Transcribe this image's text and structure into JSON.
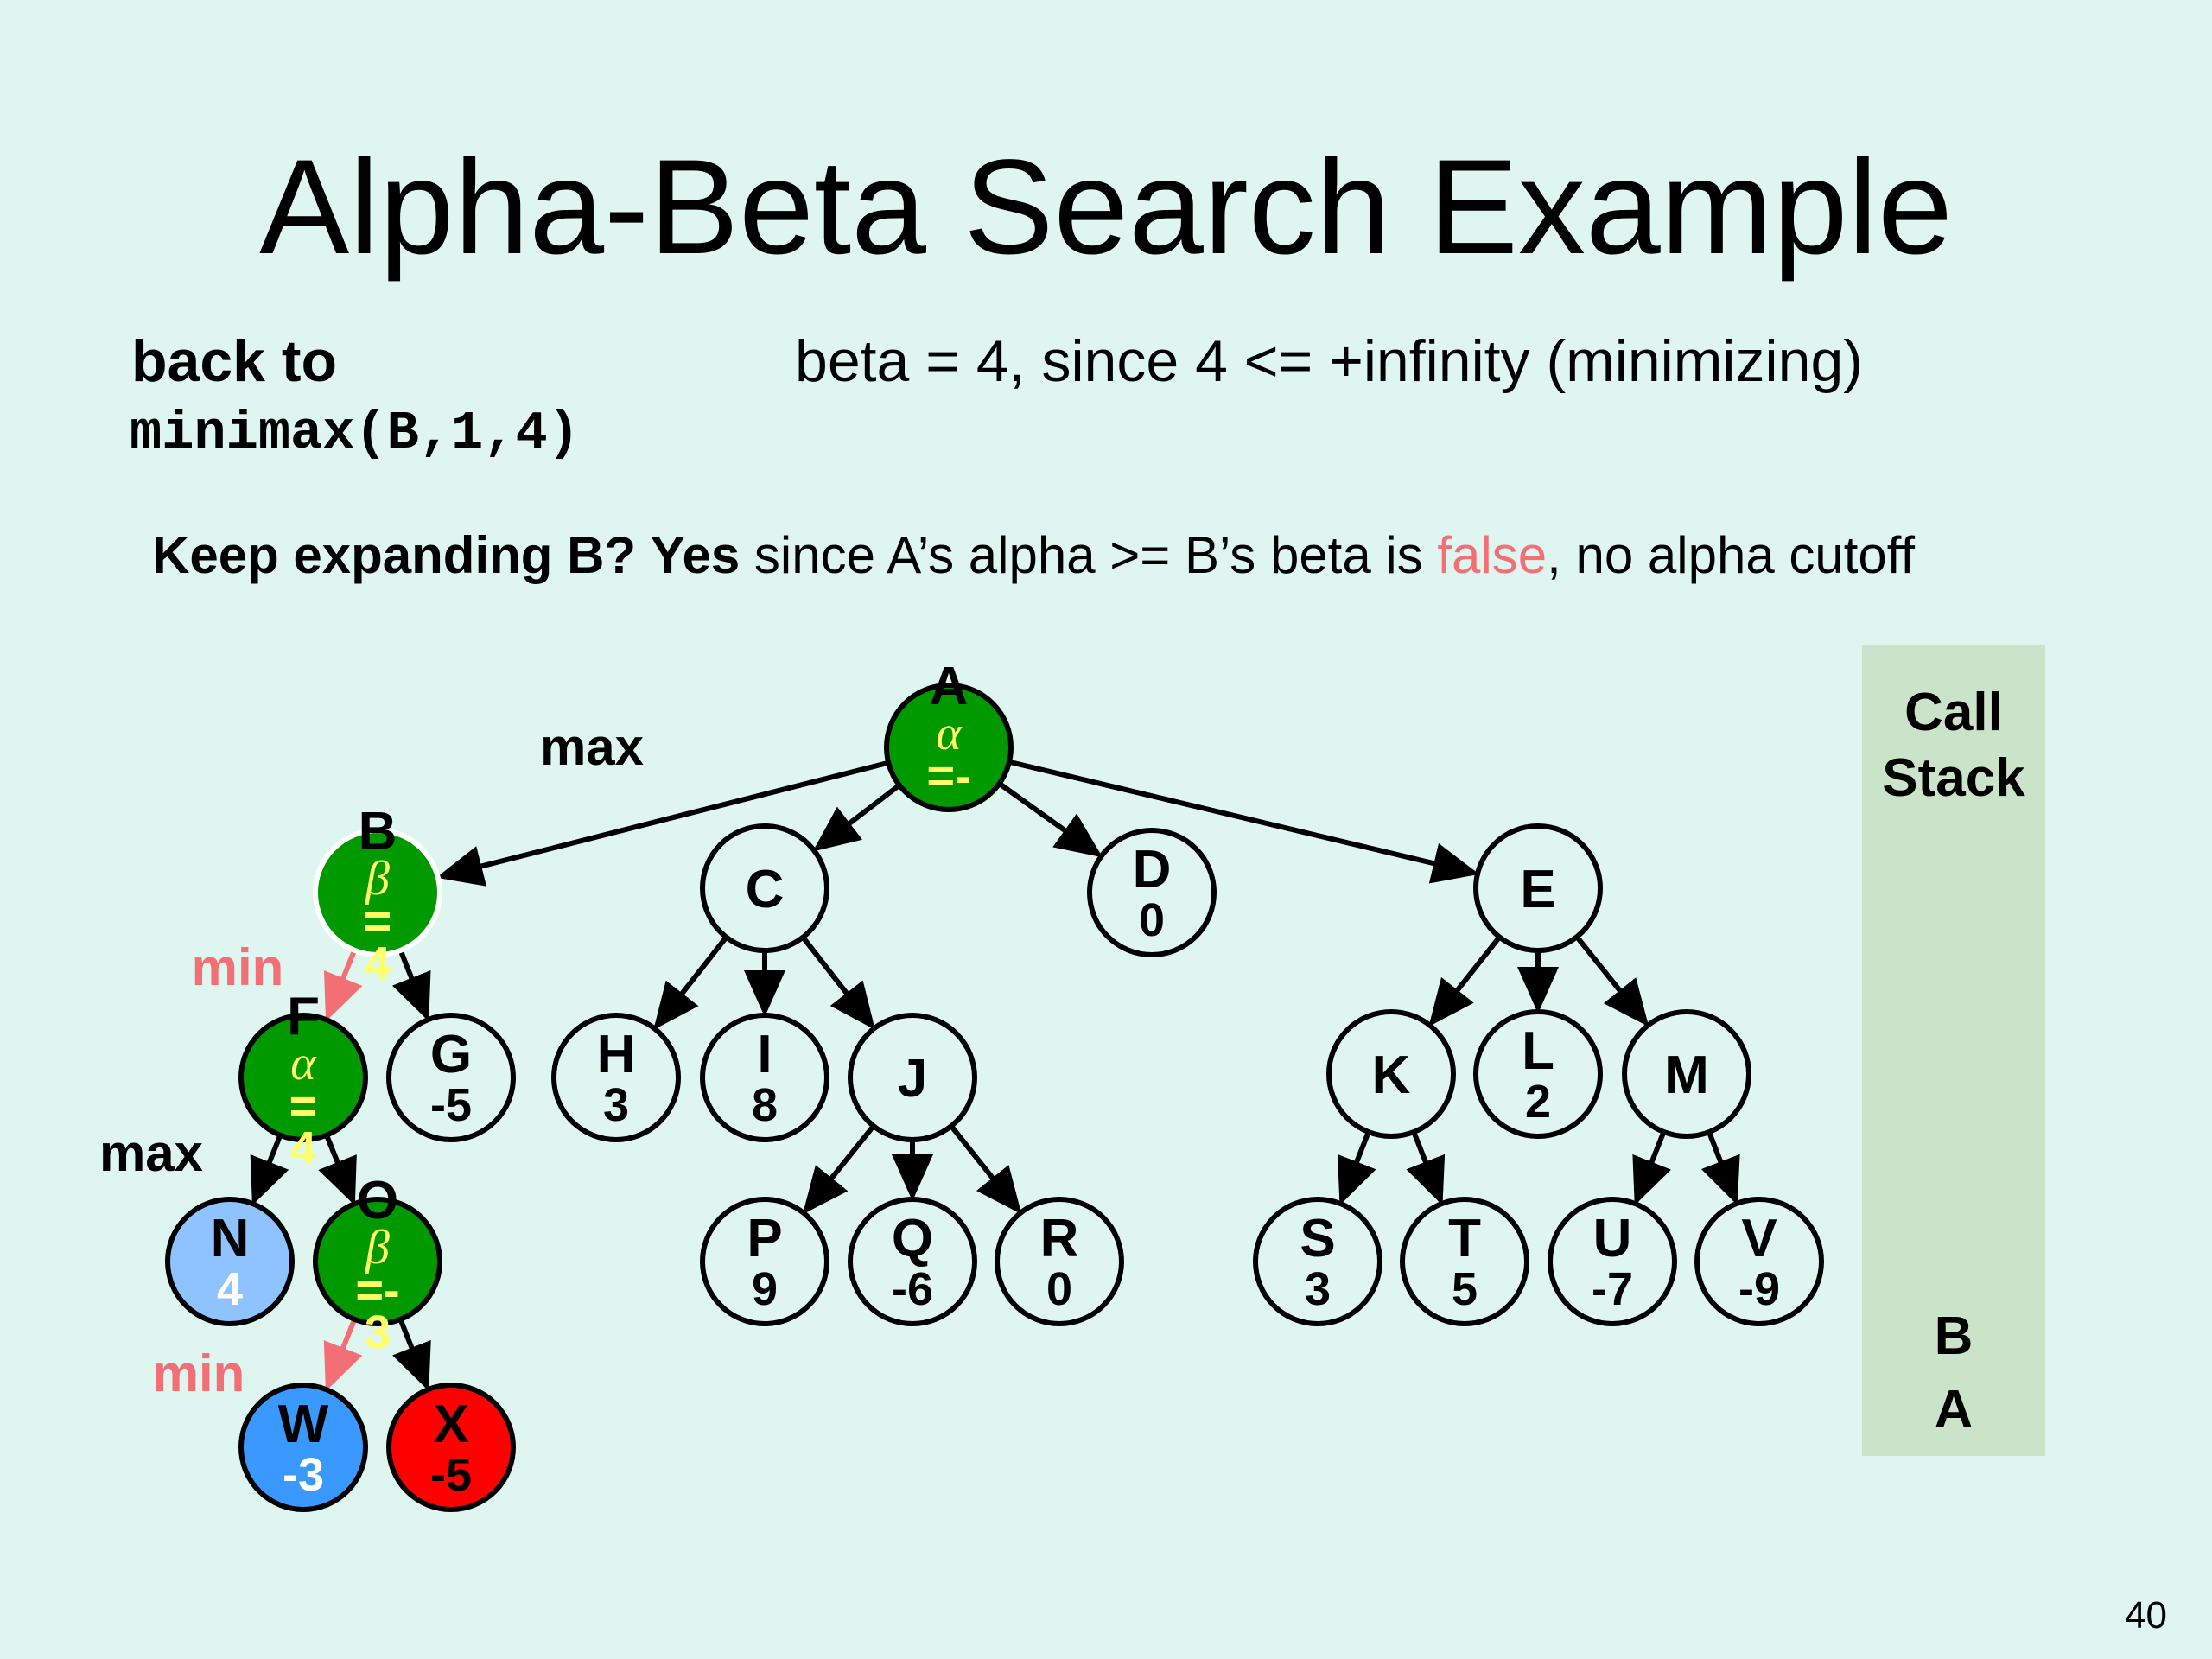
{
  "slide": {
    "title": "Alpha-Beta Search Example",
    "back_to": "back to",
    "call": "minimax(B,1,4)",
    "beta_note": "beta = 4, since 4 <= +infinity (minimizing)",
    "keep": {
      "question": "Keep expanding B?",
      "answer": "Yes",
      "pre": " since A’s alpha >= B’s beta is ",
      "false_word": "false",
      "post": ", no alpha cutoff"
    },
    "page_number": "40",
    "colors": {
      "background": "#dff6f0",
      "active_node": "#009900",
      "annotation_text": "#ffff66",
      "min_label": "#f36f76",
      "visited_leaf_light": "#8ec3ff",
      "visited_leaf": "#3a99ff",
      "pruned_leaf": "#ff0000",
      "call_stack_bg": "#cae4c9"
    }
  },
  "call_stack": {
    "title_line1": "Call",
    "title_line2": "Stack",
    "items": [
      "B",
      "A"
    ]
  },
  "tree": {
    "level_labels": [
      {
        "text": "max",
        "color": "#000000"
      },
      {
        "text": "min",
        "color": "#f36f76"
      },
      {
        "text": "max",
        "color": "#000000"
      },
      {
        "text": "min",
        "color": "#f36f76"
      }
    ],
    "nodes": [
      {
        "id": "A",
        "value": "",
        "annot": {
          "symbol": "α",
          "eq": "=-",
          "val": ""
        },
        "state": "active"
      },
      {
        "id": "B",
        "value": "",
        "annot": {
          "symbol": "β",
          "eq": "=",
          "val": "4"
        },
        "state": "active"
      },
      {
        "id": "C",
        "value": "",
        "state": "normal"
      },
      {
        "id": "D",
        "value": "0",
        "state": "normal"
      },
      {
        "id": "E",
        "value": "",
        "state": "normal"
      },
      {
        "id": "F",
        "value": "",
        "annot": {
          "symbol": "α",
          "eq": "=",
          "val": "4"
        },
        "state": "active"
      },
      {
        "id": "G",
        "value": "-5",
        "state": "normal"
      },
      {
        "id": "H",
        "value": "3",
        "state": "normal"
      },
      {
        "id": "I",
        "value": "8",
        "state": "normal"
      },
      {
        "id": "J",
        "value": "",
        "state": "normal"
      },
      {
        "id": "K",
        "value": "",
        "state": "normal"
      },
      {
        "id": "L",
        "value": "2",
        "state": "normal"
      },
      {
        "id": "M",
        "value": "",
        "state": "normal"
      },
      {
        "id": "N",
        "value": "4",
        "state": "visited-light"
      },
      {
        "id": "O",
        "value": "",
        "annot": {
          "symbol": "β",
          "eq": "=-",
          "val": "3"
        },
        "state": "active"
      },
      {
        "id": "P",
        "value": "9",
        "state": "normal"
      },
      {
        "id": "Q",
        "value": "-6",
        "state": "normal"
      },
      {
        "id": "R",
        "value": "0",
        "state": "normal"
      },
      {
        "id": "S",
        "value": "3",
        "state": "normal"
      },
      {
        "id": "T",
        "value": "5",
        "state": "normal"
      },
      {
        "id": "U",
        "value": "-7",
        "state": "normal"
      },
      {
        "id": "V",
        "value": "-9",
        "state": "normal"
      },
      {
        "id": "W",
        "value": "-3",
        "state": "visited"
      },
      {
        "id": "X",
        "value": "-5",
        "state": "pruned"
      }
    ],
    "edges": [
      {
        "from": "A",
        "to": "B",
        "highlight": false
      },
      {
        "from": "A",
        "to": "C",
        "highlight": false
      },
      {
        "from": "A",
        "to": "D",
        "highlight": false
      },
      {
        "from": "A",
        "to": "E",
        "highlight": false
      },
      {
        "from": "B",
        "to": "F",
        "highlight": true
      },
      {
        "from": "B",
        "to": "G",
        "highlight": false
      },
      {
        "from": "C",
        "to": "H",
        "highlight": false
      },
      {
        "from": "C",
        "to": "I",
        "highlight": false
      },
      {
        "from": "C",
        "to": "J",
        "highlight": false
      },
      {
        "from": "E",
        "to": "K",
        "highlight": false
      },
      {
        "from": "E",
        "to": "L",
        "highlight": false
      },
      {
        "from": "E",
        "to": "M",
        "highlight": false
      },
      {
        "from": "F",
        "to": "N",
        "highlight": false
      },
      {
        "from": "F",
        "to": "O",
        "highlight": false
      },
      {
        "from": "J",
        "to": "P",
        "highlight": false
      },
      {
        "from": "J",
        "to": "Q",
        "highlight": false
      },
      {
        "from": "J",
        "to": "R",
        "highlight": false
      },
      {
        "from": "K",
        "to": "S",
        "highlight": false
      },
      {
        "from": "K",
        "to": "T",
        "highlight": false
      },
      {
        "from": "M",
        "to": "U",
        "highlight": false
      },
      {
        "from": "M",
        "to": "V",
        "highlight": false
      },
      {
        "from": "O",
        "to": "W",
        "highlight": true
      },
      {
        "from": "O",
        "to": "X",
        "highlight": false
      }
    ]
  }
}
